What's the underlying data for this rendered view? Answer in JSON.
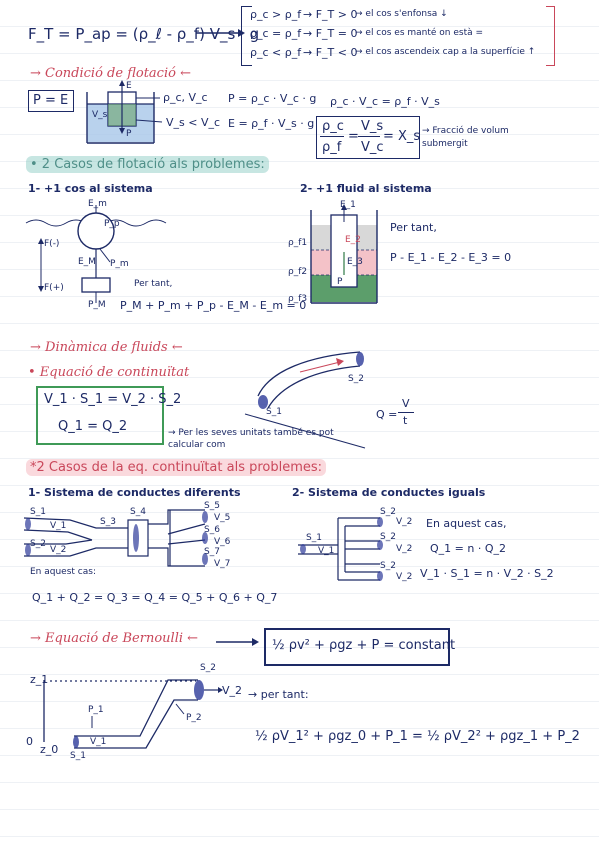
{
  "flotacio": {
    "eq_main": "F_T = P_ap = (ρ_ℓ - ρ_f) V_s · g",
    "cases": [
      {
        "cond": "ρ_c > ρ_f",
        "res": "→ F_T > 0",
        "desc": "→ el cos s'enfonsa ↓"
      },
      {
        "cond": "ρ_c = ρ_f",
        "res": "→ F_T = 0",
        "desc": "→ el cos es manté on està ="
      },
      {
        "cond": "ρ_c < ρ_f",
        "res": "→ F_T < 0",
        "desc": "→ el cos ascendeix cap a la superfície ↑"
      }
    ],
    "condicio_title": "→ Condició de flotació ←",
    "p_eq_e": "P = E",
    "pc_vc": "ρ_c, V_c",
    "vs_vc": "V_s < V_c",
    "p_formula": "P = ρ_c · V_c · g",
    "e_formula": "E = ρ_f · V_s · g",
    "balance": "ρ_c · V_c = ρ_f · V_s",
    "ratio_left_top": "ρ_c",
    "ratio_left_bot": "ρ_f",
    "ratio_mid_top": "V_s",
    "ratio_mid_bot": "V_c",
    "ratio_right": "= X_s",
    "fraccio": "→ Fracció de volum submergit",
    "dos_casos": "• 2 Casos de flotació als problemes:",
    "cas1_title": "1- +1 cos al sistema",
    "cas2_title": "2- +1 fluid al sistema",
    "cas1_per_tant": "Per tant,",
    "cas1_formula": "P_M + P_m + P_p - E_M - E_m = 0",
    "cas2_per_tant": "Per tant,",
    "cas2_formula": "P - E_1 - E_2 - E_3 = 0",
    "labels_cas1": {
      "em": "E_m",
      "pp": "P_p",
      "pm": "P_m",
      "eM": "E_M",
      "pM": "P_M",
      "fneg": "F(-)",
      "fpos": "F(+)"
    },
    "labels_cas2": {
      "e1": "E_1",
      "e2": "E_2",
      "e3": "E_3",
      "pf1": "ρ_f1",
      "pf2": "ρ_f2",
      "pf3": "ρ_f3",
      "p": "P"
    },
    "diagram_labels": {
      "e": "E",
      "vs": "V_s",
      "p": "P"
    }
  },
  "dinamica": {
    "title": "→ Dinàmica de fluids ←",
    "continuitat": "• Equació de continuïtat",
    "v1s1": "V_1 · S_1 = V_2 · S_2",
    "q1q2": "Q_1 = Q_2",
    "s1": "S_1",
    "s2": "S_2",
    "q_formula_left": "Q =",
    "q_formula_top": "V",
    "q_formula_bot": "t",
    "per_les": "→ Per les seves unitats també es pot calcular com",
    "dos_casos_eq": "*2 Casos de la eq. continuïtat als problemes:",
    "cas1": "1- Sistema de conductes diferents",
    "cas2": "2- Sistema de conductes iguals",
    "en_aquest_1": "En aquest cas:",
    "eq_cas1": "Q_1 + Q_2 = Q_3 = Q_4 = Q_5 + Q_6 + Q_7",
    "en_aquest_2": "En aquest cas,",
    "eq_cas2a": "Q_1 = n · Q_2",
    "eq_cas2b": "V_1 · S_1 = n · V_2 · S_2",
    "pipe_labels_1": [
      "S_1",
      "V_1",
      "S_2",
      "V_2",
      "S_3",
      "S_4",
      "S_5",
      "V_5",
      "S_6",
      "V_6",
      "S_7",
      "V_7"
    ],
    "pipe_labels_2": [
      "S_1",
      "V_1",
      "S_2",
      "V_2",
      "S_2",
      "V_2",
      "S_2",
      "V_2"
    ]
  },
  "bernoulli": {
    "title": "→ Equació de Bernoulli ←",
    "formula": "½ ρv² + ρgz + P = constant",
    "per_tant": "→ per tant:",
    "eq_final": "½ ρV_1² + ρgz_0 + P_1 = ½ ρV_2² + ρgz_1 + P_2",
    "z1": "z_1",
    "z0": "z_0",
    "zero": "0",
    "s1": "S_1",
    "v1": "V_1",
    "p1": "P_1",
    "s2": "S_2",
    "v2": "V_2",
    "p2": "P_2"
  }
}
